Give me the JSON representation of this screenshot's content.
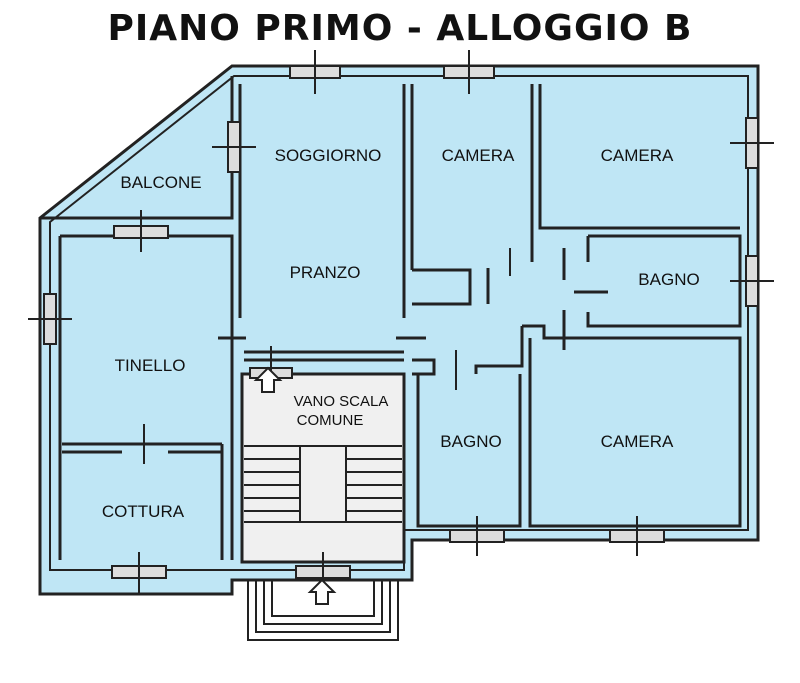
{
  "title": "PIANO PRIMO - ALLOGGIO B",
  "colors": {
    "room_fill": "#bfe6f5",
    "wall": "#222222",
    "stair_fill": "#f0f0f0"
  },
  "rooms": {
    "balcone": "BALCONE",
    "soggiorno": "SOGGIORNO",
    "pranzo": "PRANZO",
    "camera1": "CAMERA",
    "camera2": "CAMERA",
    "bagno1": "BAGNO",
    "tinello": "TINELLO",
    "cottura": "COTTURA",
    "bagno2": "BAGNO",
    "camera3": "CAMERA",
    "vano_scala_line1": "VANO SCALA",
    "vano_scala_line2": "COMUNE"
  },
  "icons": {
    "stair_arrow": "up-arrow-icon",
    "window": "window-icon"
  }
}
